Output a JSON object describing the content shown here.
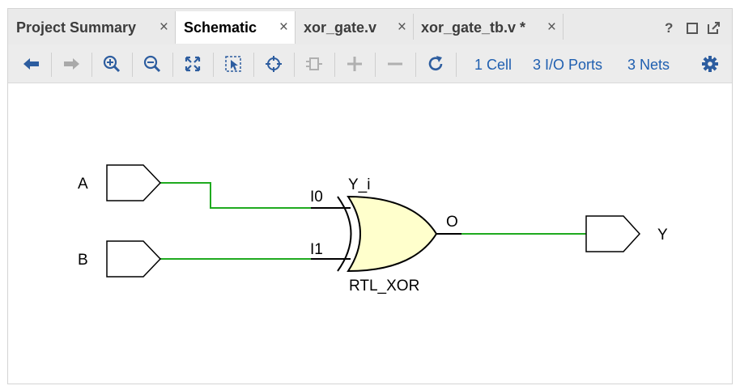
{
  "tabs": [
    {
      "label": "Project Summary",
      "close": "×"
    },
    {
      "label": "Schematic",
      "close": "×"
    },
    {
      "label": "xor_gate.v",
      "close": "×"
    },
    {
      "label": "xor_gate_tb.v *",
      "close": "×"
    }
  ],
  "window_controls": {
    "help": "?",
    "maximize": "☐",
    "float": "⧉"
  },
  "toolbar": {
    "icons": [
      "back-arrow-icon",
      "forward-arrow-icon",
      "zoom-in-icon",
      "zoom-out-icon",
      "zoom-fit-icon",
      "select-area-icon",
      "autofit-selection-icon",
      "regenerate-icon",
      "expand-icon",
      "collapse-icon",
      "reload-icon",
      "gear-icon"
    ],
    "cell_link": "1 Cell",
    "ports_link": "3 I/O Ports",
    "nets_link": "3 Nets"
  },
  "schematic": {
    "inputs": [
      {
        "name": "A"
      },
      {
        "name": "B"
      }
    ],
    "output": {
      "name": "Y"
    },
    "cell": {
      "instance": "Y_i",
      "type": "RTL_XOR",
      "pin_in0": "I0",
      "pin_in1": "I1",
      "pin_out": "O"
    }
  },
  "colors": {
    "wire": "#1faa1f",
    "gate_fill": "#ffffcc",
    "link": "#1f5fb0",
    "icon": "#2d5d9f"
  }
}
